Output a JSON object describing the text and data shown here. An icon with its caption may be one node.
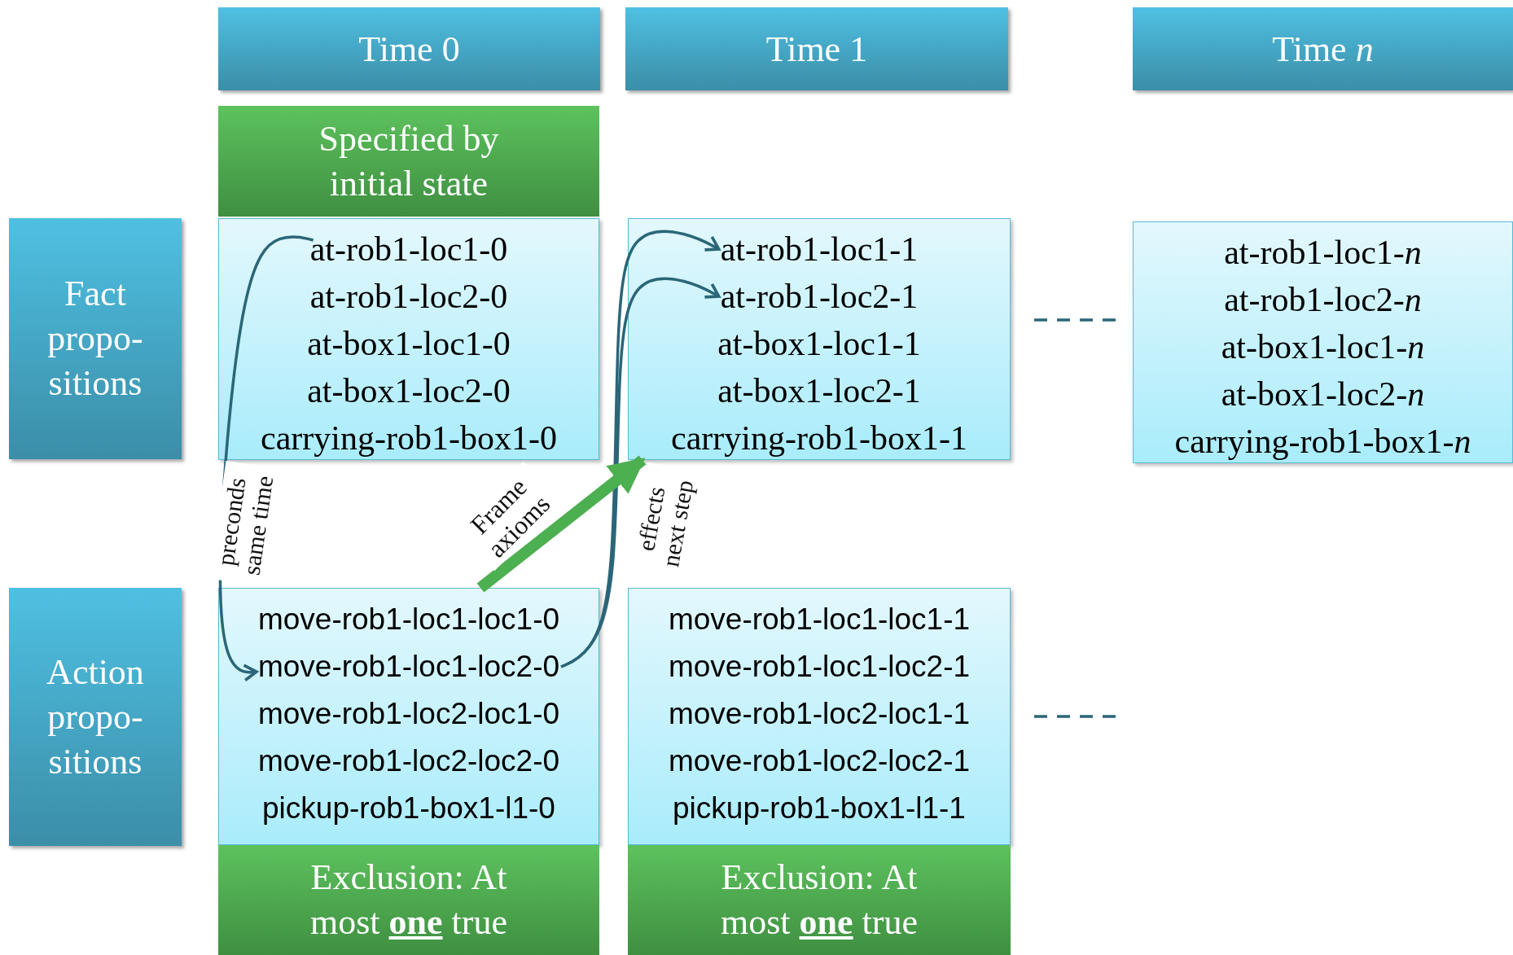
{
  "diagram": {
    "nodes": [
      {
        "text": [
          "Time 0"
        ]
      },
      {
        "text": [
          "Time 1"
        ]
      },
      {
        "text": [
          "Time *n*"
        ]
      },
      {
        "text": [
          "Specified by initial state"
        ]
      },
      {
        "text": [
          "Fact propo- sitions"
        ]
      },
      {
        "text": [
          "Action propo- sitions"
        ]
      },
      {
        "text": [],
        "shape": "box"
      },
      {
        "text": [
          "at-rob1-loc1-0"
        ],
        "in": 6
      },
      {
        "text": [
          "at-rob1-loc2-0"
        ],
        "in": 6
      },
      {
        "text": [
          "at-box1-loc1-0"
        ],
        "in": 6
      },
      {
        "text": [
          "at-box1-loc2-0"
        ],
        "in": 6
      },
      {
        "text": [
          "carrying-rob1-box1-0"
        ],
        "in": 6
      },
      {
        "text": [],
        "shape": "box"
      },
      {
        "text": [
          "at-rob1-loc1-1"
        ],
        "in": 12
      },
      {
        "text": [
          "at-rob1-loc2-1"
        ],
        "in": 12
      },
      {
        "text": [
          "at-box1-loc1-1"
        ],
        "in": 12
      },
      {
        "text": [
          "at-box1-loc2-1"
        ],
        "in": 12
      },
      {
        "text": [
          "carrying-rob1-box1-1"
        ],
        "in": 12
      },
      {
        "text": [],
        "shape": "box"
      },
      {
        "text": [
          "at-rob1-loc1-*n*"
        ],
        "in": 18
      },
      {
        "text": [
          "at-rob1-loc2-*n*"
        ],
        "in": 18
      },
      {
        "text": [
          "at-box1-loc1-*n*"
        ],
        "in": 18
      },
      {
        "text": [
          "at-box1-loc2-*n*"
        ],
        "in": 18
      },
      {
        "text": [
          "carrying-rob1-box1-*n*"
        ],
        "in": 18
      },
      {
        "text": [],
        "shape": "box"
      },
      {
        "text": [
          "move-rob1-loc1-loc1-0"
        ],
        "in": 24
      },
      {
        "text": [
          "move-rob1-loc1-loc2-0"
        ],
        "in": 24
      },
      {
        "text": [
          "move-rob1-loc2-loc1-0"
        ],
        "in": 24
      },
      {
        "text": [
          "move-rob1-loc2-loc2-0"
        ],
        "in": 24
      },
      {
        "text": [
          "pickup-rob1-box1-l1-0"
        ],
        "in": 24
      },
      {
        "text": [
          "Exclusion: At most **one** true"
        ]
      },
      {
        "text": [],
        "shape": "box"
      },
      {
        "text": [
          "move-rob1-loc1-loc1-1"
        ],
        "in": 31
      },
      {
        "text": [
          "move-rob1-loc1-loc2-1"
        ],
        "in": 31
      },
      {
        "text": [
          "move-rob1-loc2-loc1-1"
        ],
        "in": 31
      },
      {
        "text": [
          "move-rob1-loc2-loc2-1"
        ],
        "in": 31
      },
      {
        "text": [
          "pickup-rob1-box1-l1-1"
        ],
        "in": 31
      },
      {
        "text": [
          "Exclusion: At most **one** true"
        ]
      }
    ],
    "edges": [
      {
        "from": 7,
        "to": 26,
        "arrow": "to",
        "label": "preconds same time"
      },
      {
        "from": 26,
        "to": 13,
        "arrow": "to",
        "label": "effects next step"
      },
      {
        "from": 26,
        "to": 14,
        "arrow": "to"
      },
      {
        "from": 24,
        "to": 12,
        "arrow": "to",
        "label": "Frame axioms",
        "style": "thick",
        "color": "#4caf50"
      }
    ]
  }
}
